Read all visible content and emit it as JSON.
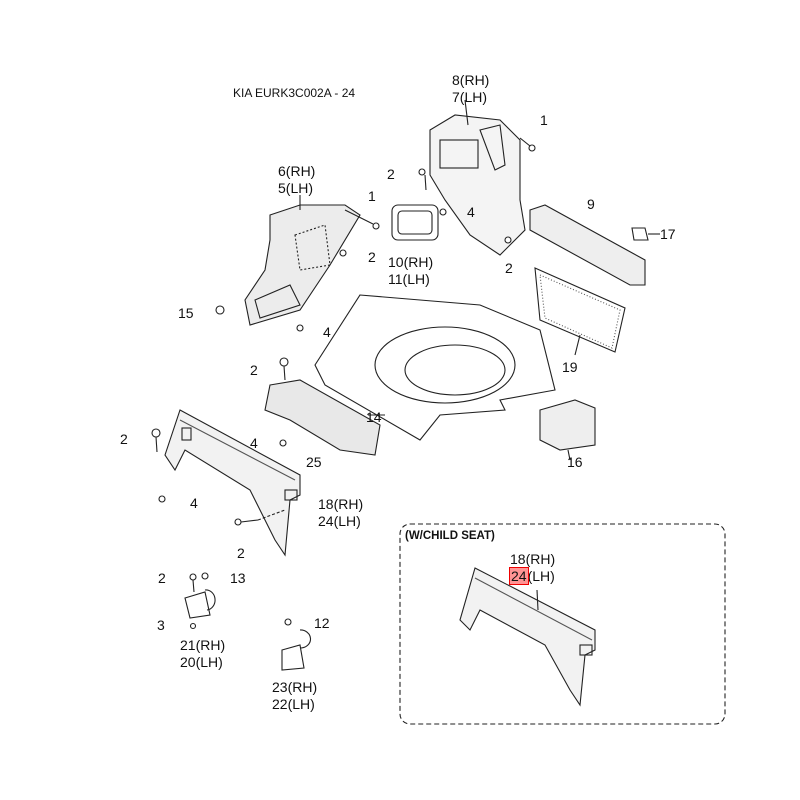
{
  "title": "KIA EURK3C002A - 24",
  "inset_label": "(W/CHILD SEAT)",
  "highlight_color": "#ff5a5a",
  "callouts": {
    "c8": "8",
    "c8s": "(RH)",
    "c7": "7",
    "c7s": "(LH)",
    "c1a": "1",
    "c2a": "2",
    "c4a": "4",
    "c9": "9",
    "c17": "17",
    "c2b": "2",
    "c10": "10",
    "c10s": "(RH)",
    "c11": "11",
    "c11s": "(LH)",
    "c6": "6",
    "c6s": "(RH)",
    "c5": "5",
    "c5s": "(LH)",
    "c1b": "1",
    "c2c": "2",
    "c15": "15",
    "c4b": "4",
    "c19": "19",
    "c14": "14",
    "c2d": "2",
    "c2e": "2",
    "c4c": "4",
    "c25": "25",
    "c16": "16",
    "c4d": "4",
    "c18": "18",
    "c18s": "(RH)",
    "c24": "24",
    "c24s": "(LH)",
    "c2f": "2",
    "c2g": "2",
    "c13": "13",
    "c3": "3",
    "c21": "21",
    "c21s": "(RH)",
    "c20": "20",
    "c20s": "(LH)",
    "c12": "12",
    "c23": "23",
    "c23s": "(RH)",
    "c22": "22",
    "c22s": "(LH)",
    "i18": "18",
    "i18s": "(RH)",
    "i24": "24",
    "i24s": "(LH)"
  }
}
